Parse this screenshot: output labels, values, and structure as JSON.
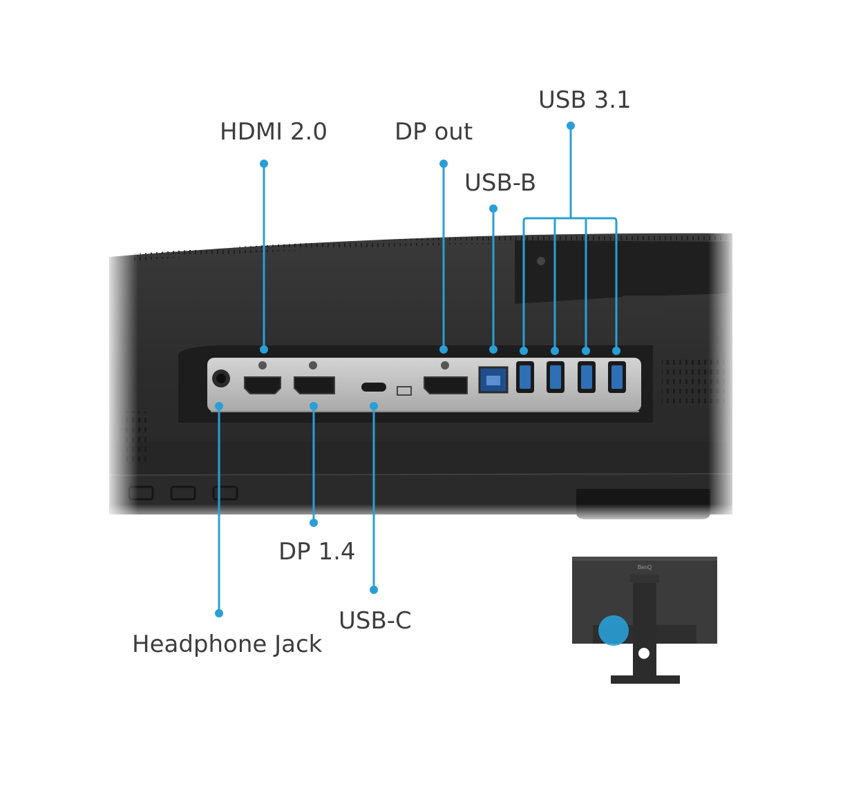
{
  "labels": {
    "hdmi": "HDMI 2.0",
    "dp_out": "DP out",
    "usb_b": "USB-B",
    "usb_31": "USB 3.1",
    "dp_14": "DP 1.4",
    "usb_c": "USB-C",
    "headphone": "Headphone Jack"
  },
  "thumbnail": {
    "brand": "BenQ"
  },
  "colors": {
    "callout": "#2a9fd6",
    "usb_blue": "#2f6fb5",
    "chassis": "#2e2e2e",
    "io_panel": "#b9b9b9",
    "text": "#3d3d3d"
  }
}
